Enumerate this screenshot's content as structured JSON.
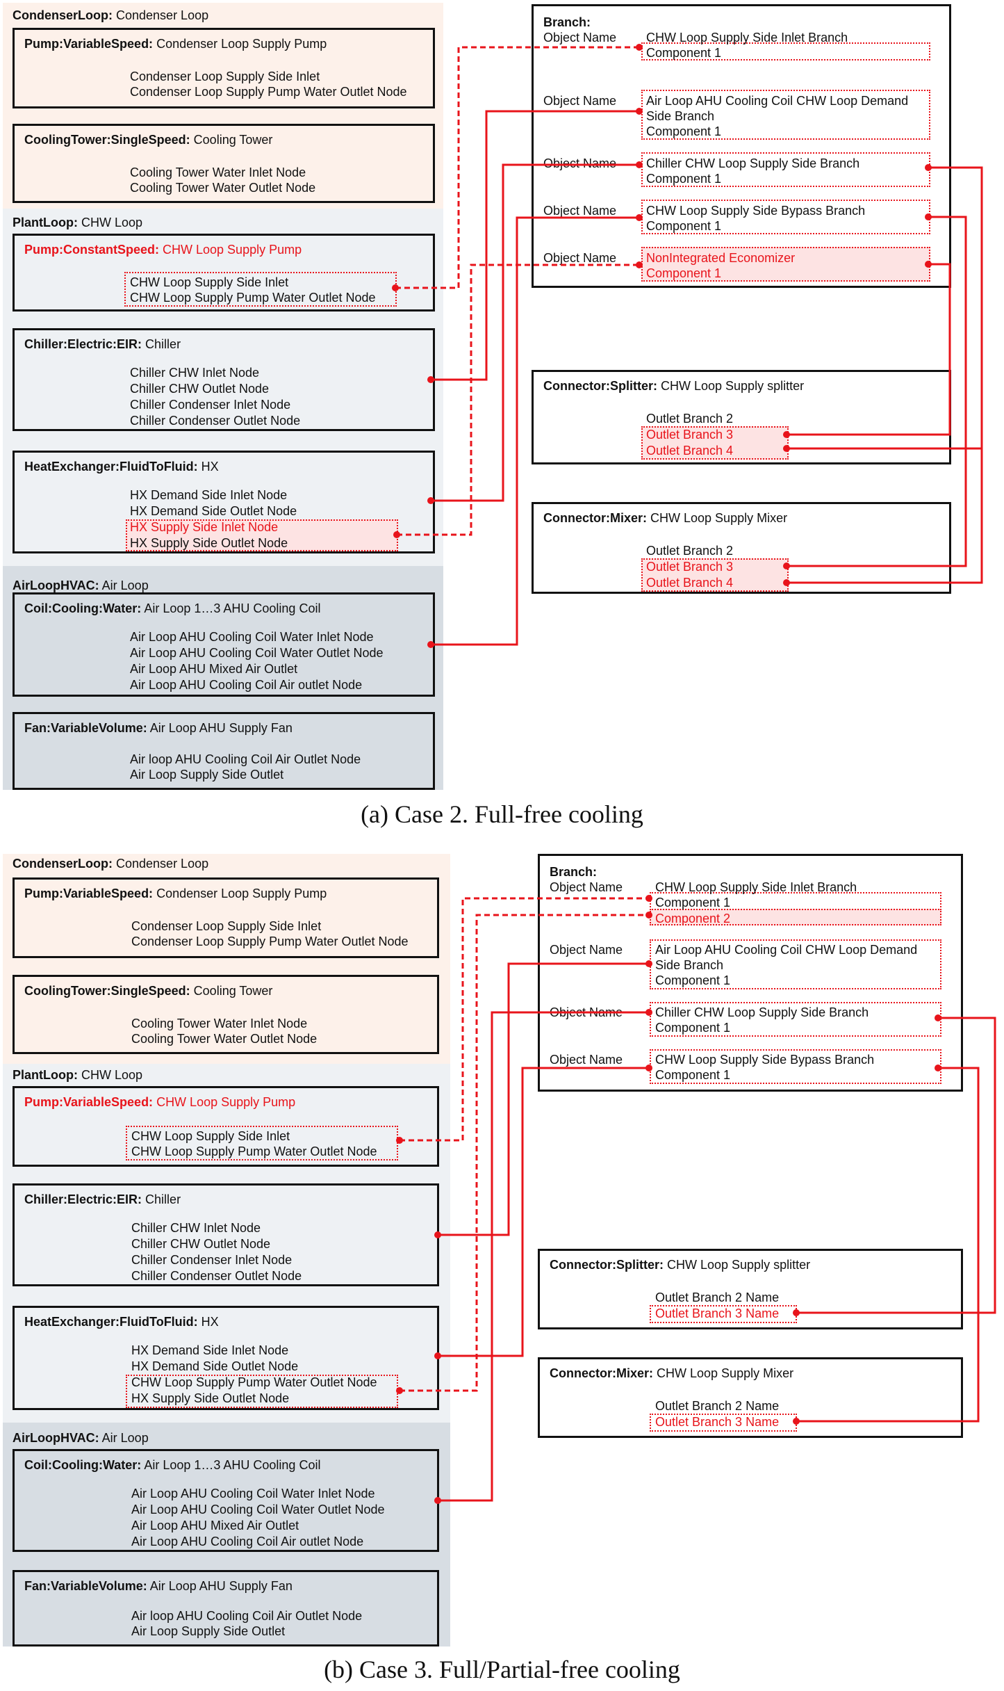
{
  "case_a": {
    "caption": "(a) Case 2. Full-free cooling",
    "condenser_loop": {
      "type": "CondenserLoop:",
      "name": " Condenser Loop"
    },
    "pump_vs": {
      "type": "Pump:VariableSpeed:",
      "name": " Condenser Loop Supply Pump",
      "lines": [
        "Condenser Loop Supply Side Inlet",
        "Condenser Loop Supply Pump Water Outlet Node"
      ]
    },
    "tower": {
      "type": "CoolingTower:SingleSpeed:",
      "name": " Cooling Tower",
      "lines": [
        "Cooling Tower Water Inlet Node",
        "Cooling Tower Water Outlet Node"
      ]
    },
    "plant_loop": {
      "type": "PlantLoop:",
      "name": " CHW Loop"
    },
    "pump_cs": {
      "type": "Pump:ConstantSpeed:",
      "name": " CHW Loop Supply Pump",
      "lines": [
        "CHW Loop Supply Side Inlet",
        "CHW Loop Supply Pump Water Outlet Node"
      ]
    },
    "chiller": {
      "type": "Chiller:Electric:EIR:",
      "name": " Chiller",
      "lines": [
        "Chiller CHW Inlet Node",
        "Chiller CHW Outlet Node",
        "Chiller Condenser Inlet Node",
        "Chiller Condenser Outlet Node"
      ]
    },
    "hx": {
      "type": "HeatExchanger:FluidToFluid:",
      "name": " HX",
      "lines": [
        "HX Demand Side Inlet Node",
        "HX Demand Side Outlet Node",
        "HX Supply Side Inlet Node",
        "HX Supply Side Outlet Node"
      ]
    },
    "airloop": {
      "type": "AirLoopHVAC:",
      "name": " Air Loop"
    },
    "coil": {
      "type": "Coil:Cooling:Water:",
      "name": " Air Loop 1…3 AHU Cooling Coil",
      "lines": [
        "Air Loop AHU Cooling Coil Water Inlet Node",
        "Air Loop AHU Cooling Coil Water Outlet Node",
        "Air Loop AHU Mixed Air Outlet",
        "Air Loop AHU Cooling Coil Air outlet Node"
      ]
    },
    "fan": {
      "type": "Fan:VariableVolume:",
      "name": " Air Loop AHU Supply Fan",
      "lines": [
        "Air loop AHU Cooling Coil Air Outlet Node",
        "Air Loop Supply Side Outlet"
      ]
    },
    "branch": {
      "title": "Branch:",
      "object_name_label": "Object Name",
      "rows": [
        {
          "name": "CHW Loop Supply Side Inlet Branch",
          "comp": "Component 1"
        },
        {
          "name": "Air Loop AHU Cooling Coil CHW Loop Demand",
          "name2": "Side Branch",
          "comp": "Component 1"
        },
        {
          "name": "Chiller CHW Loop Supply Side Branch",
          "comp": "Component 1"
        },
        {
          "name": "CHW Loop Supply Side Bypass Branch",
          "comp": "Component 1"
        },
        {
          "name": "NonIntegrated Economizer",
          "comp": "Component 1"
        }
      ]
    },
    "splitter": {
      "type": "Connector:Splitter:",
      "name": " CHW Loop Supply splitter",
      "lines": [
        "Outlet Branch 2",
        "Outlet Branch 3",
        "Outlet Branch 4"
      ]
    },
    "mixer": {
      "type": "Connector:Mixer:",
      "name": " CHW Loop Supply Mixer",
      "lines": [
        "Outlet Branch 2",
        "Outlet Branch 3",
        "Outlet Branch 4"
      ]
    }
  },
  "case_b": {
    "caption": "(b) Case 3. Full/Partial-free cooling",
    "condenser_loop": {
      "type": "CondenserLoop:",
      "name": " Condenser Loop"
    },
    "pump_vs": {
      "type": "Pump:VariableSpeed:",
      "name": " Condenser Loop Supply Pump",
      "lines": [
        "Condenser Loop Supply Side Inlet",
        "Condenser Loop Supply Pump Water Outlet Node"
      ]
    },
    "tower": {
      "type": "CoolingTower:SingleSpeed:",
      "name": " Cooling Tower",
      "lines": [
        "Cooling Tower Water Inlet Node",
        "Cooling Tower Water Outlet Node"
      ]
    },
    "plant_loop": {
      "type": "PlantLoop:",
      "name": " CHW Loop"
    },
    "pump_chw": {
      "type": "Pump:VariableSpeed:",
      "name": " CHW Loop Supply Pump",
      "lines": [
        "CHW Loop Supply Side Inlet",
        "CHW Loop Supply Pump Water Outlet Node"
      ]
    },
    "chiller": {
      "type": "Chiller:Electric:EIR:",
      "name": " Chiller",
      "lines": [
        "Chiller CHW Inlet Node",
        "Chiller CHW Outlet Node",
        "Chiller Condenser Inlet Node",
        "Chiller Condenser Outlet Node"
      ]
    },
    "hx": {
      "type": "HeatExchanger:FluidToFluid:",
      "name": " HX",
      "lines": [
        "HX Demand Side Inlet Node",
        "HX Demand Side Outlet Node",
        "CHW Loop Supply Pump Water Outlet Node",
        "HX Supply Side Outlet Node"
      ]
    },
    "airloop": {
      "type": "AirLoopHVAC:",
      "name": " Air Loop"
    },
    "coil": {
      "type": "Coil:Cooling:Water:",
      "name": " Air Loop 1…3 AHU Cooling Coil",
      "lines": [
        "Air Loop AHU Cooling Coil Water Inlet Node",
        "Air Loop AHU Cooling Coil Water Outlet Node",
        "Air Loop AHU Mixed Air Outlet",
        "Air Loop AHU Cooling Coil Air outlet Node"
      ]
    },
    "fan": {
      "type": "Fan:VariableVolume:",
      "name": " Air Loop AHU Supply Fan",
      "lines": [
        "Air loop AHU Cooling Coil Air Outlet Node",
        "Air Loop Supply Side Outlet"
      ]
    },
    "branch": {
      "title": "Branch:",
      "object_name_label": "Object Name",
      "rows": [
        {
          "name": "CHW Loop Supply Side Inlet Branch",
          "comp": "Component 1",
          "comp2": "Component 2"
        },
        {
          "name": "Air Loop AHU Cooling Coil CHW Loop Demand",
          "name2": "Side Branch",
          "comp": "Component 1"
        },
        {
          "name": "Chiller CHW Loop Supply Side Branch",
          "comp": "Component 1"
        },
        {
          "name": "CHW Loop Supply Side Bypass Branch",
          "comp": "Component 1"
        }
      ]
    },
    "splitter": {
      "type": "Connector:Splitter:",
      "name": " CHW Loop Supply splitter",
      "lines": [
        "Outlet Branch 2 Name",
        "Outlet Branch 3 Name"
      ]
    },
    "mixer": {
      "type": "Connector:Mixer:",
      "name": " CHW Loop Supply Mixer",
      "lines": [
        "Outlet Branch 2 Name",
        "Outlet Branch 3 Name"
      ]
    }
  },
  "colors": {
    "link": "#e8141b",
    "condenser_bg": "#fdf1ea",
    "plant_bg": "#eef1f4",
    "air_bg": "#d7dde3"
  }
}
